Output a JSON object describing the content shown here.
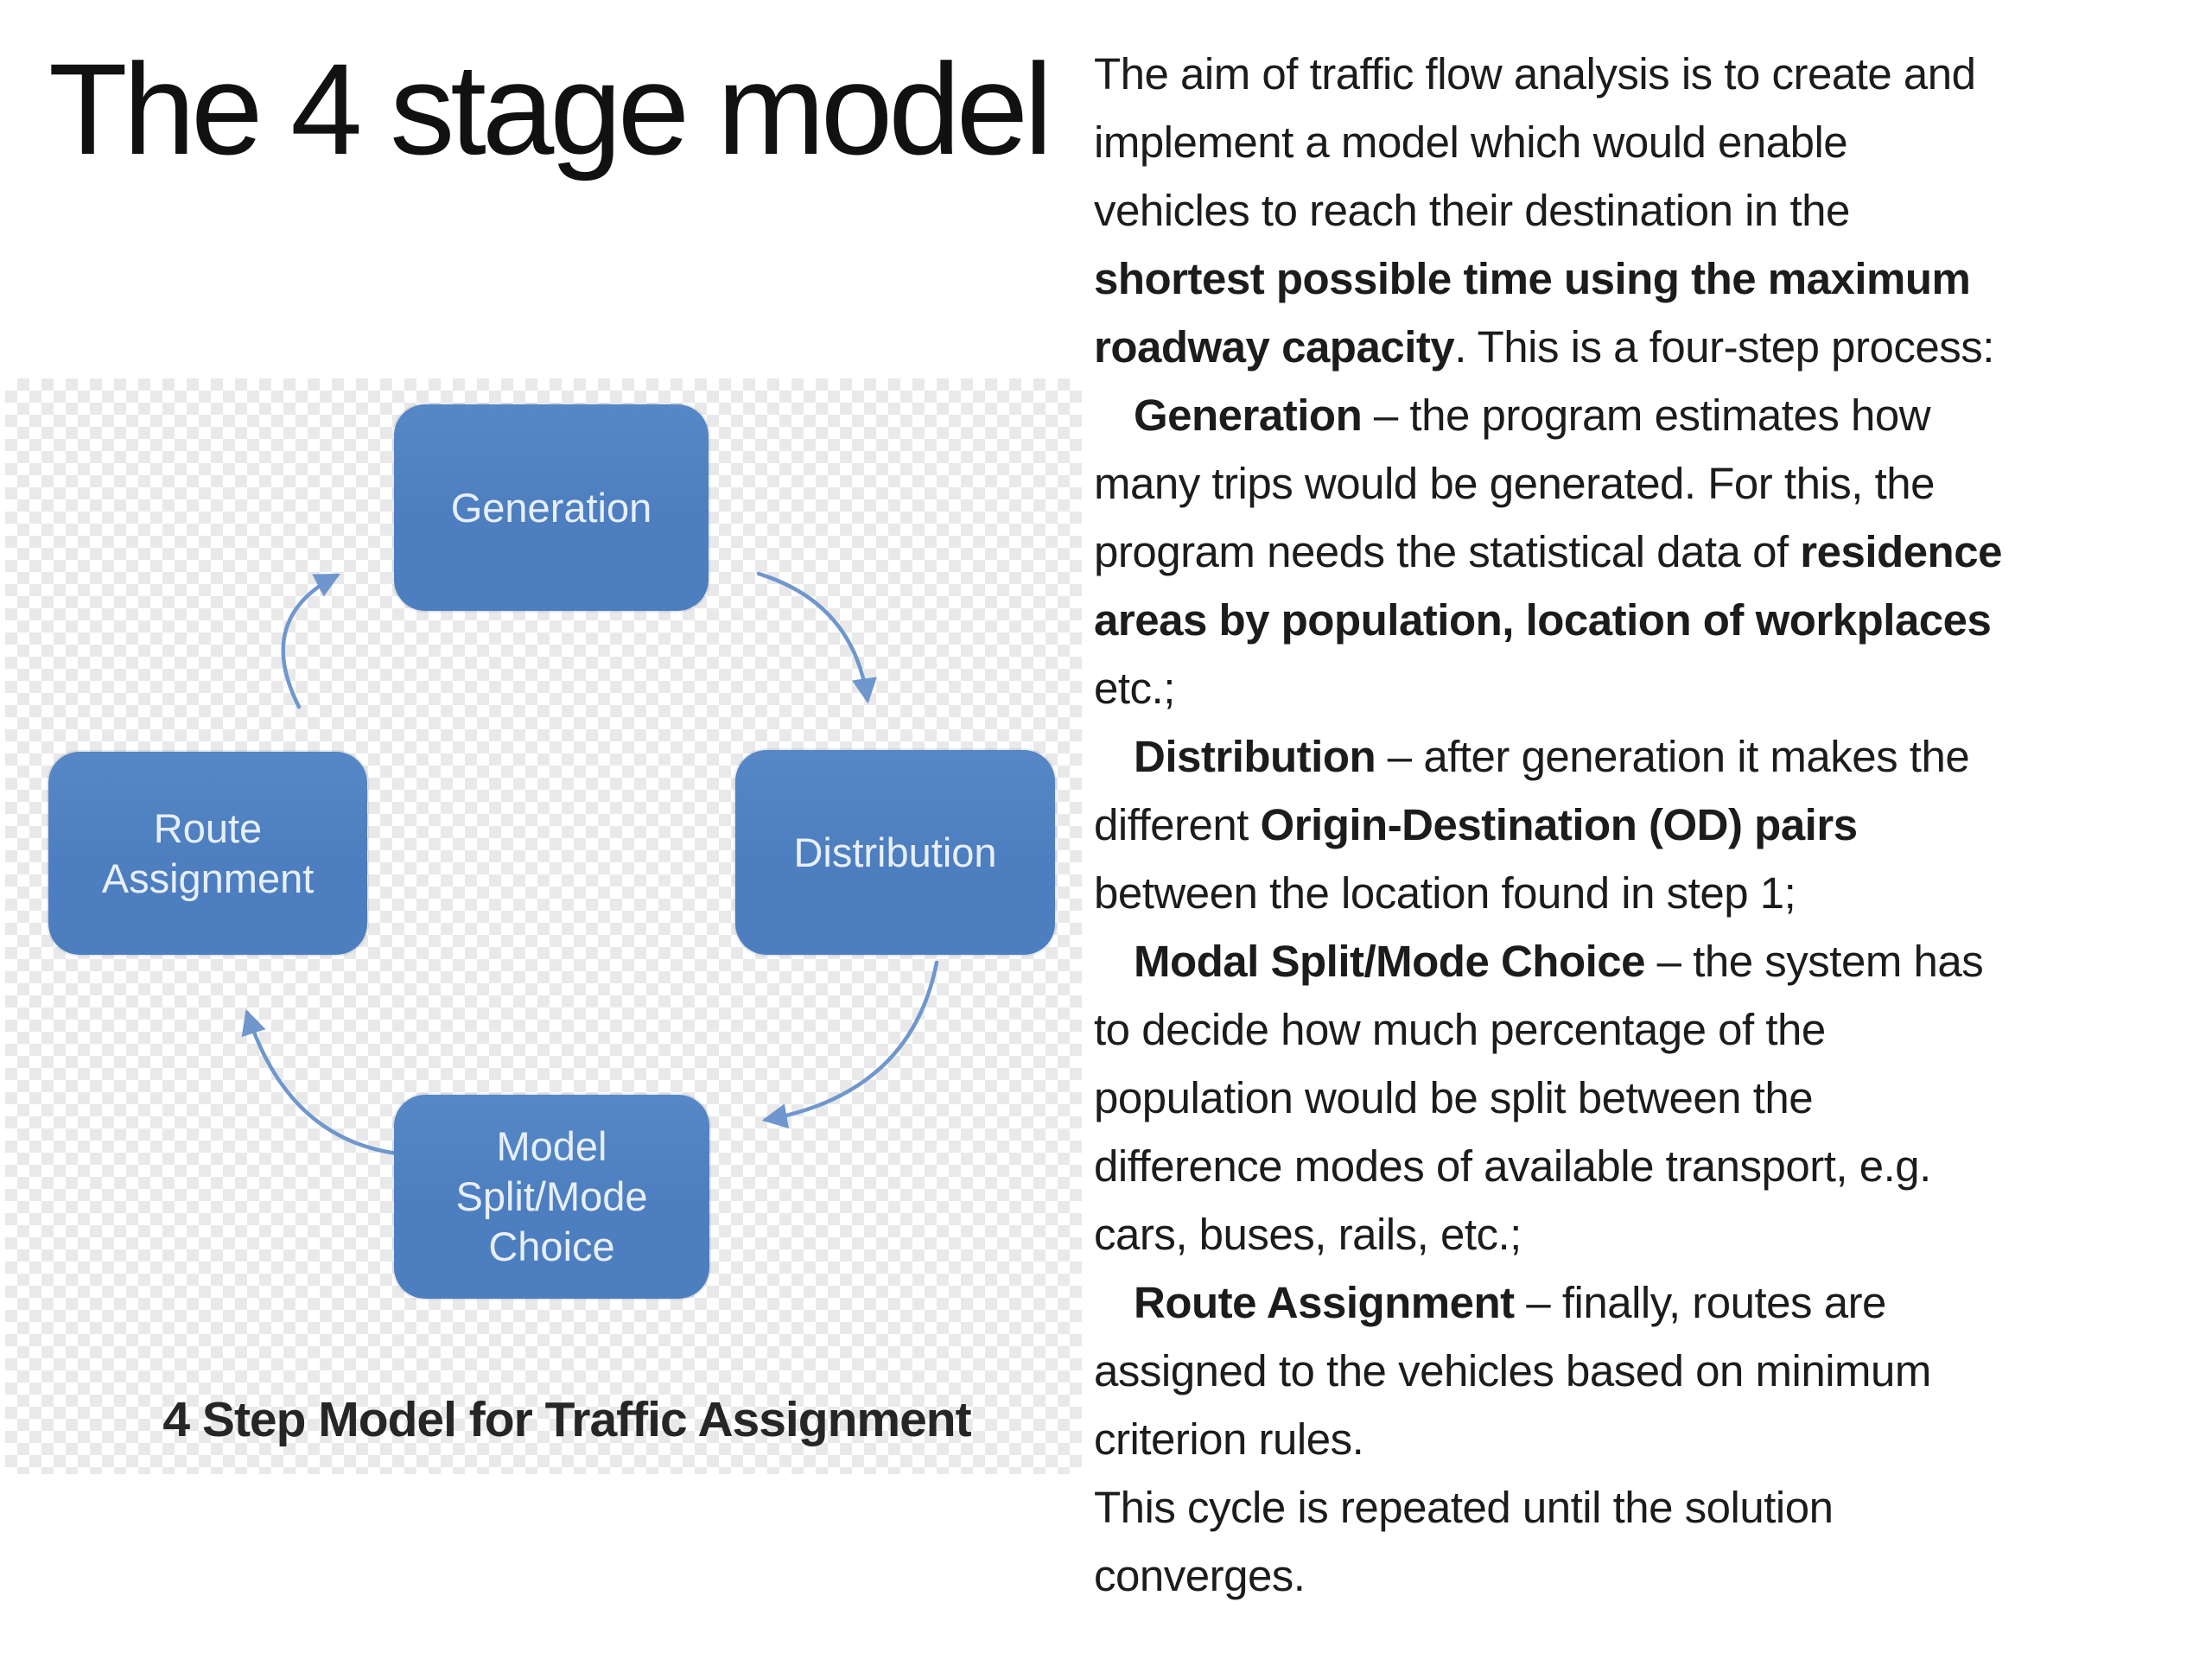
{
  "slide": {
    "title": "The 4 stage model"
  },
  "theme": {
    "box_fill": "#4d7ebf",
    "box_text": "#e7effa",
    "arrow_color": "#6f97cd",
    "title_color": "#111111",
    "body_color": "#1c1c1c",
    "caption_color": "#262626",
    "checker_gray": "#e9e9e9"
  },
  "diagram": {
    "caption": "4 Step Model for Traffic Assignment",
    "boxes": {
      "generation": [
        "Generation"
      ],
      "distribution": [
        "Distribution"
      ],
      "route_assignment": [
        "Route",
        "Assignment"
      ],
      "modal_split": [
        "Model",
        "Split/Mode",
        "Choice"
      ]
    },
    "arrows": [
      {
        "from": "route_assignment",
        "to": "generation"
      },
      {
        "from": "generation",
        "to": "distribution"
      },
      {
        "from": "distribution",
        "to": "modal_split"
      },
      {
        "from": "modal_split",
        "to": "route_assignment"
      }
    ]
  },
  "body": {
    "lines": [
      {
        "ind": false,
        "seg": [
          {
            "t": "The aim of traffic flow analysis is to create and",
            "b": false
          }
        ]
      },
      {
        "ind": false,
        "seg": [
          {
            "t": "implement a model which would enable",
            "b": false
          }
        ]
      },
      {
        "ind": false,
        "seg": [
          {
            "t": "vehicles to reach their destination in the",
            "b": false
          }
        ]
      },
      {
        "ind": false,
        "seg": [
          {
            "t": "shortest possible time using the maximum",
            "b": true
          }
        ]
      },
      {
        "ind": false,
        "seg": [
          {
            "t": "roadway capacity",
            "b": true
          },
          {
            "t": ". This is a four-step process:",
            "b": false
          }
        ]
      },
      {
        "ind": true,
        "seg": [
          {
            "t": "Generation",
            "b": true
          },
          {
            "t": " – the program estimates how",
            "b": false
          }
        ]
      },
      {
        "ind": false,
        "seg": [
          {
            "t": "many trips would be generated. For this, the",
            "b": false
          }
        ]
      },
      {
        "ind": false,
        "seg": [
          {
            "t": "program needs the statistical data of ",
            "b": false
          },
          {
            "t": "residence",
            "b": true
          }
        ]
      },
      {
        "ind": false,
        "seg": [
          {
            "t": "areas by population, location of workplaces",
            "b": true
          }
        ]
      },
      {
        "ind": false,
        "seg": [
          {
            "t": "etc.;",
            "b": false
          }
        ]
      },
      {
        "ind": true,
        "seg": [
          {
            "t": "Distribution",
            "b": true
          },
          {
            "t": " – after generation it makes the",
            "b": false
          }
        ]
      },
      {
        "ind": false,
        "seg": [
          {
            "t": "different ",
            "b": false
          },
          {
            "t": "Origin-Destination (OD) pairs",
            "b": true
          }
        ]
      },
      {
        "ind": false,
        "seg": [
          {
            "t": "between the location found in step 1;",
            "b": false
          }
        ]
      },
      {
        "ind": true,
        "seg": [
          {
            "t": "Modal Split/Mode Choice",
            "b": true
          },
          {
            "t": " – the system has",
            "b": false
          }
        ]
      },
      {
        "ind": false,
        "seg": [
          {
            "t": "to decide how much percentage of the",
            "b": false
          }
        ]
      },
      {
        "ind": false,
        "seg": [
          {
            "t": "population would be split between the",
            "b": false
          }
        ]
      },
      {
        "ind": false,
        "seg": [
          {
            "t": "difference modes of available transport, e.g.",
            "b": false
          }
        ]
      },
      {
        "ind": false,
        "seg": [
          {
            "t": "cars, buses, rails, etc.;",
            "b": false
          }
        ]
      },
      {
        "ind": true,
        "seg": [
          {
            "t": "Route Assignment",
            "b": true
          },
          {
            "t": " – finally, routes are",
            "b": false
          }
        ]
      },
      {
        "ind": false,
        "seg": [
          {
            "t": "assigned to the vehicles based on minimum",
            "b": false
          }
        ]
      },
      {
        "ind": false,
        "seg": [
          {
            "t": "criterion rules.",
            "b": false
          }
        ]
      },
      {
        "ind": false,
        "seg": [
          {
            "t": "This cycle is repeated until the solution",
            "b": false
          }
        ]
      },
      {
        "ind": false,
        "seg": [
          {
            "t": "converges.",
            "b": false
          }
        ]
      }
    ]
  }
}
